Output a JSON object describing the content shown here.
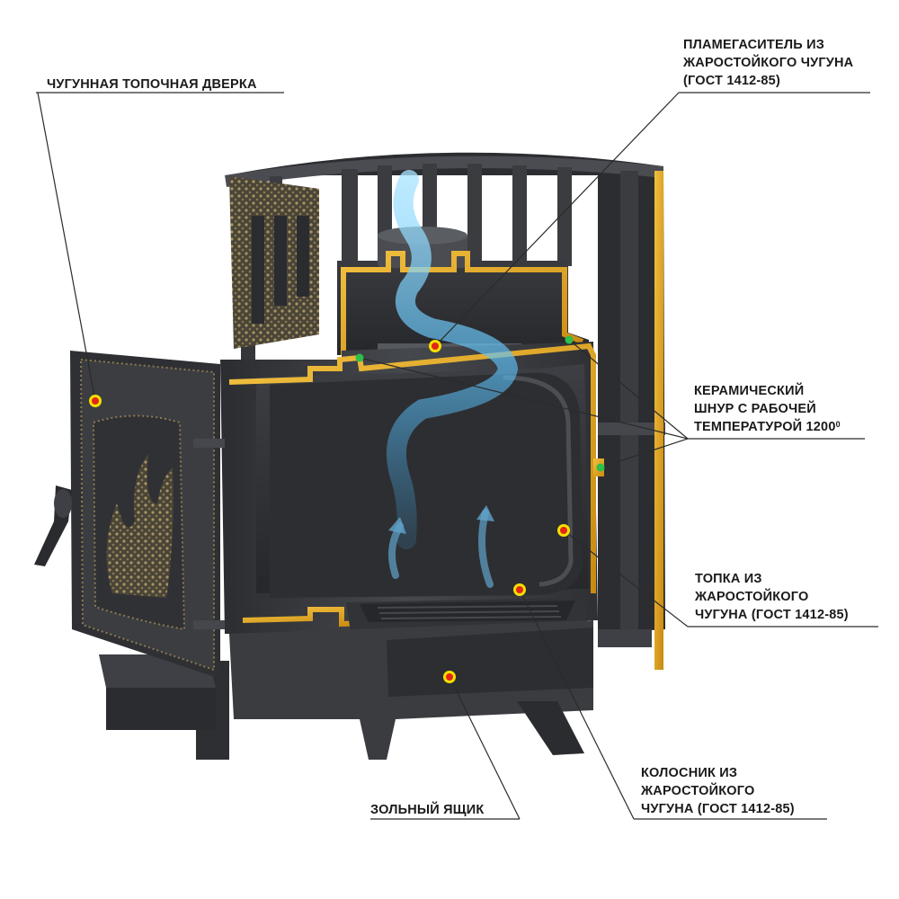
{
  "labels": {
    "door": [
      "ЧУГУННАЯ ТОПОЧНАЯ ДВЕРКА"
    ],
    "flame_damper": [
      "ПЛАМЕГАСИТЕЛЬ ИЗ",
      "ЖАРОСТОЙКОГО ЧУГУНА",
      "(ГОСТ 1412-85)"
    ],
    "ceramic_cord": [
      "КЕРАМИЧЕСКИЙ",
      "ШНУР С РАБОЧЕЙ",
      "ТЕМПЕРАТУРОЙ 1200"
    ],
    "ceramic_cord_sup": "0",
    "firebox": [
      "ТОПКА ИЗ",
      "ЖАРОСТОЙКОГО",
      "ЧУГУНА (ГОСТ 1412-85)"
    ],
    "grate": [
      "КОЛОСНИК ИЗ",
      "ЖАРОСТОЙКОГО",
      "ЧУГУНА (ГОСТ 1412-85)"
    ],
    "ash_box": [
      "ЗОЛЬНЫЙ ЯЩИК"
    ]
  },
  "colors": {
    "stove_body": "#3b3d41",
    "stove_dark": "#2a2b2e",
    "stove_light": "#55585d",
    "gold_seal": "#e0a21c",
    "bronze": "#9a8658",
    "marker_red": "#e32619",
    "marker_yellow": "#f5e000",
    "marker_green": "#2dbf4a",
    "flame_blue": "#3fa4e0",
    "leader_line": "#2b2b2b"
  }
}
